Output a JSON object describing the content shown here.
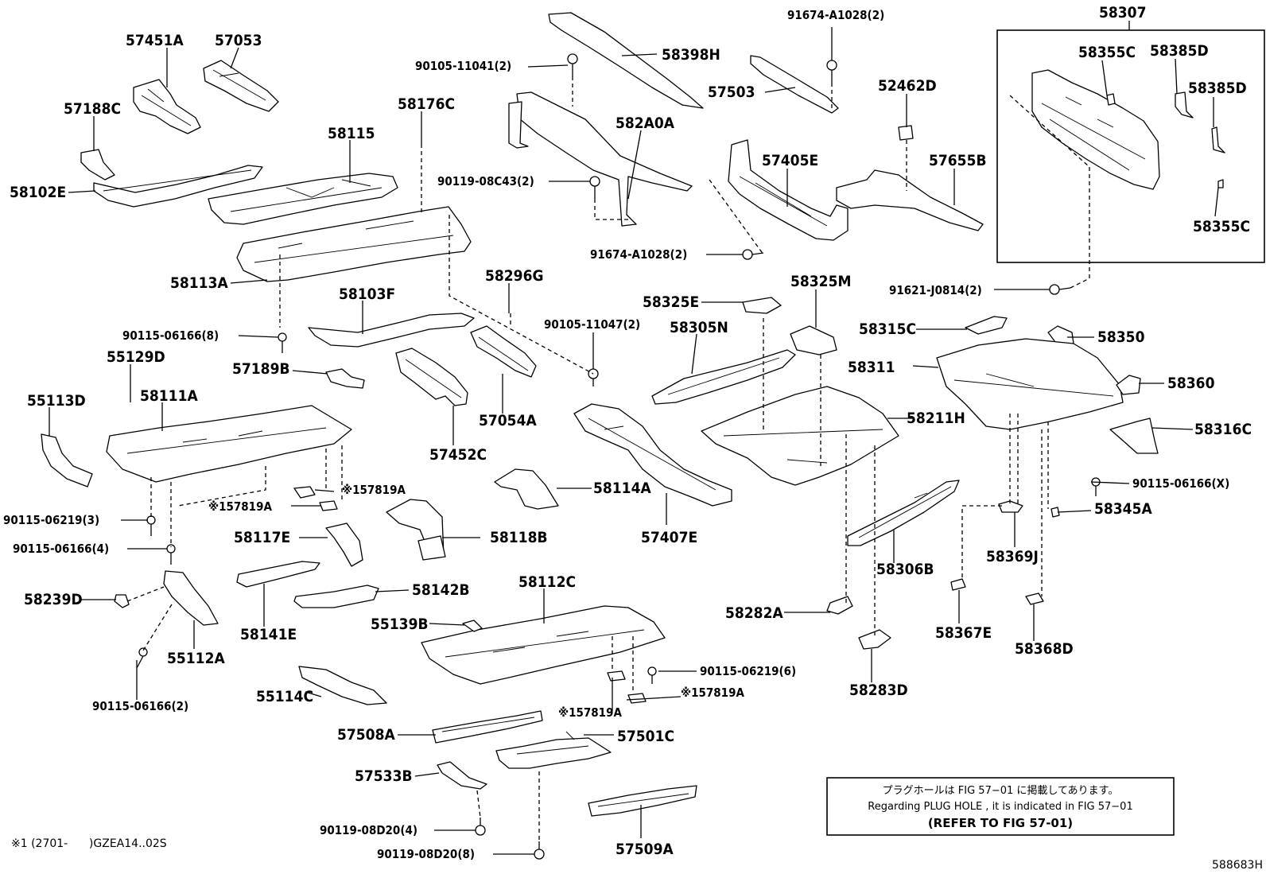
{
  "parts": [
    {
      "label": "57451A"
    },
    {
      "label": "57053"
    },
    {
      "label": "57188C"
    },
    {
      "label": "58102E"
    },
    {
      "label": "58115"
    },
    {
      "label": "58176C"
    },
    {
      "label": "58113A"
    },
    {
      "label": "58103F"
    },
    {
      "label": "58296G"
    },
    {
      "label": "55129D"
    },
    {
      "label": "55113D"
    },
    {
      "label": "58111A"
    },
    {
      "label": "57189B"
    },
    {
      "label": "57452C"
    },
    {
      "label": "57054A"
    },
    {
      "label": "58398H"
    },
    {
      "label": "582A0A"
    },
    {
      "label": "57503"
    },
    {
      "label": "52462D"
    },
    {
      "label": "57405E"
    },
    {
      "label": "57655B"
    },
    {
      "label": "58307"
    },
    {
      "label": "58355C"
    },
    {
      "label": "58385D"
    },
    {
      "label": "58385D"
    },
    {
      "label": "58355C"
    },
    {
      "label": "58325E"
    },
    {
      "label": "58325M"
    },
    {
      "label": "58305N"
    },
    {
      "label": "58315C"
    },
    {
      "label": "58350"
    },
    {
      "label": "58311"
    },
    {
      "label": "58360"
    },
    {
      "label": "58211H"
    },
    {
      "label": "58316C"
    },
    {
      "label": "58114A"
    },
    {
      "label": "57407E"
    },
    {
      "label": "58117E"
    },
    {
      "label": "58118B"
    },
    {
      "label": "58345A"
    },
    {
      "label": "58369J"
    },
    {
      "label": "58306B"
    },
    {
      "label": "58239D"
    },
    {
      "label": "58141E"
    },
    {
      "label": "58142B"
    },
    {
      "label": "58112C"
    },
    {
      "label": "55112A"
    },
    {
      "label": "55139B"
    },
    {
      "label": "58282A"
    },
    {
      "label": "58367E"
    },
    {
      "label": "58368D"
    },
    {
      "label": "58283D"
    },
    {
      "label": "55114C"
    },
    {
      "label": "57508A"
    },
    {
      "label": "57501C"
    },
    {
      "label": "57533B"
    },
    {
      "label": "57509A"
    }
  ],
  "fasteners": [
    {
      "label": "91674-A1028(2)"
    },
    {
      "label": "90105-11041(2)"
    },
    {
      "label": "90119-08C43(2)"
    },
    {
      "label": "91674-A1028(2)"
    },
    {
      "label": "91621-J0814(2)"
    },
    {
      "label": "90105-11047(2)"
    },
    {
      "label": "90115-06166(8)"
    },
    {
      "label": "※157819A"
    },
    {
      "label": "※157819A"
    },
    {
      "label": "90115-06219(3)"
    },
    {
      "label": "90115-06166(4)"
    },
    {
      "label": "90115-06166(2)"
    },
    {
      "label": "90115-06166(X)"
    },
    {
      "label": "90115-06219(6)"
    },
    {
      "label": "※157819A"
    },
    {
      "label": "※157819A"
    },
    {
      "label": "90119-08D20(4)"
    },
    {
      "label": "90119-08D20(8)"
    }
  ],
  "note": {
    "line1": "プラグホールは FIG 57−01 に掲載してあります。",
    "line2": "Regarding  PLUG  HOLE , it is indicated in FIG  57−01",
    "line3": "(REFER  TO  FIG  57-01)"
  },
  "footnote": "※1 (2701-      )GZEA14..02S",
  "diagram_id": "588683H"
}
